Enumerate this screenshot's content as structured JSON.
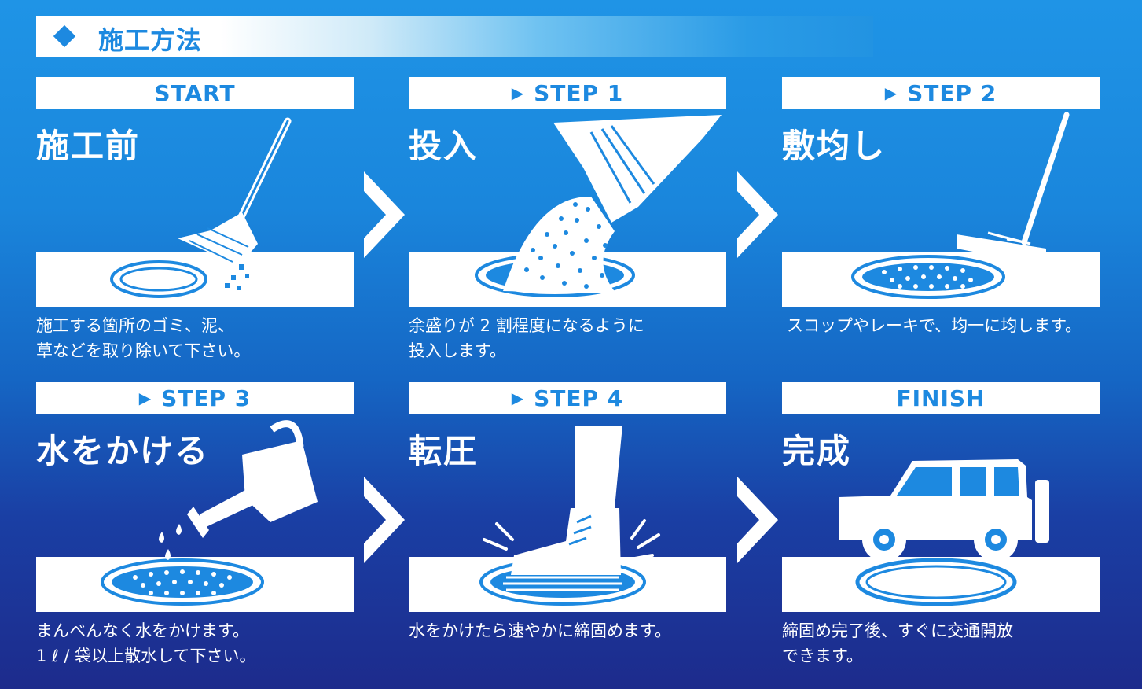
{
  "header": {
    "title": "施工方法"
  },
  "steps": [
    {
      "label": "START",
      "title": "施工前",
      "desc": [
        "施工する箇所のゴミ、泥、",
        "草などを取り除いて下さい。"
      ],
      "icon": "broom-icon"
    },
    {
      "label": "STEP 1",
      "title": "投入",
      "desc": [
        "余盛りが 2 割程度になるように",
        "投入します。"
      ],
      "icon": "bag-pour-icon"
    },
    {
      "label": "STEP 2",
      "title": "敷均し",
      "desc": [
        "スコップやレーキで、均一に均します。"
      ],
      "icon": "rake-icon"
    },
    {
      "label": "STEP 3",
      "title": "水をかける",
      "desc": [
        "まんべんなく水をかけます。",
        "1 ℓ / 袋以上散水して下さい。"
      ],
      "icon": "watering-can-icon"
    },
    {
      "label": "STEP 4",
      "title": "転圧",
      "desc": [
        "水をかけたら速やかに締固めます。"
      ],
      "icon": "boot-icon"
    },
    {
      "label": "FINISH",
      "title": "完成",
      "desc": [
        "締固め完了後、すぐに交通開放",
        "できます。"
      ],
      "icon": "car-icon"
    }
  ],
  "colors": {
    "accent": "#1d89e0",
    "white": "#ffffff"
  }
}
